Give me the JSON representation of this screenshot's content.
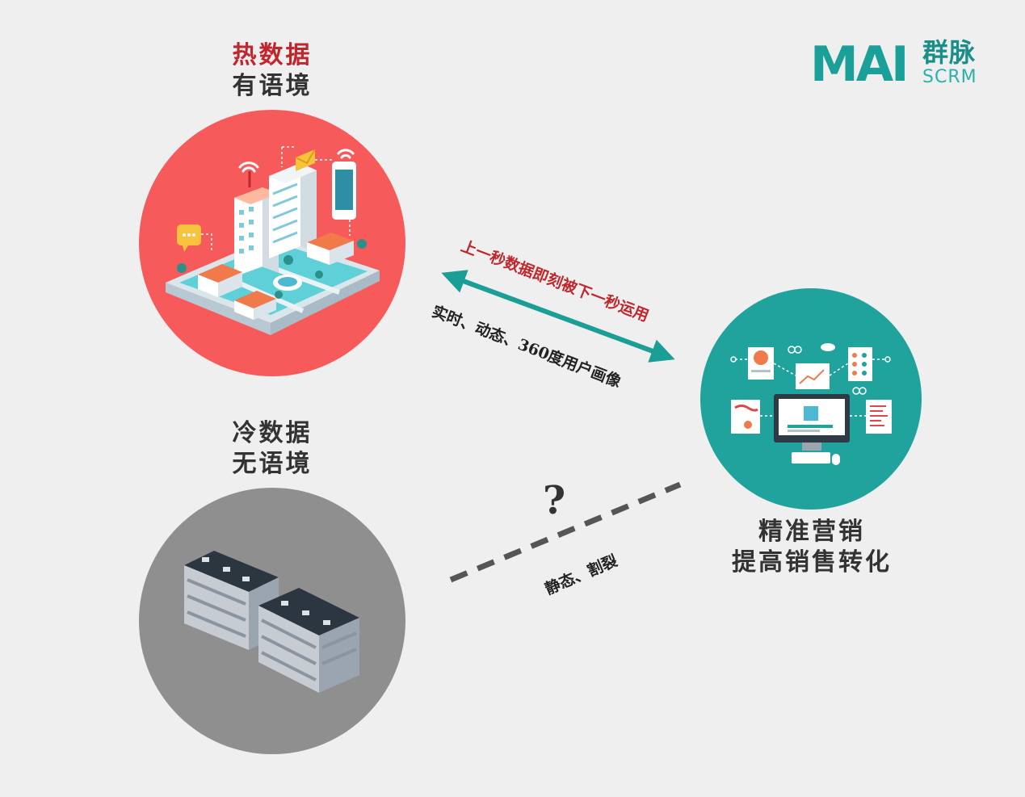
{
  "hot_data": {
    "title": "热数据",
    "subtitle": "有语境"
  },
  "cold_data": {
    "title": "冷数据",
    "subtitle": "无语境"
  },
  "marketing": {
    "line1": "精准营销",
    "line2": "提高销售转化"
  },
  "arrow_top_text": "上一秒数据即刻被下一秒运用",
  "arrow_bottom_text": "实时、动态、360度用户画像",
  "dashed_text": "静态、割裂",
  "question_mark": "?",
  "logo": {
    "mark": "MAI",
    "cn": "群脉",
    "en": "SCRM"
  },
  "colors": {
    "hot": "#c0272d",
    "hot_circle": "#f75a5a",
    "cold_circle": "#8f8f8f",
    "teal_circle": "#1fa39c",
    "arrow": "#1a9e95",
    "dash": "#555555",
    "text_dark": "#333333"
  }
}
